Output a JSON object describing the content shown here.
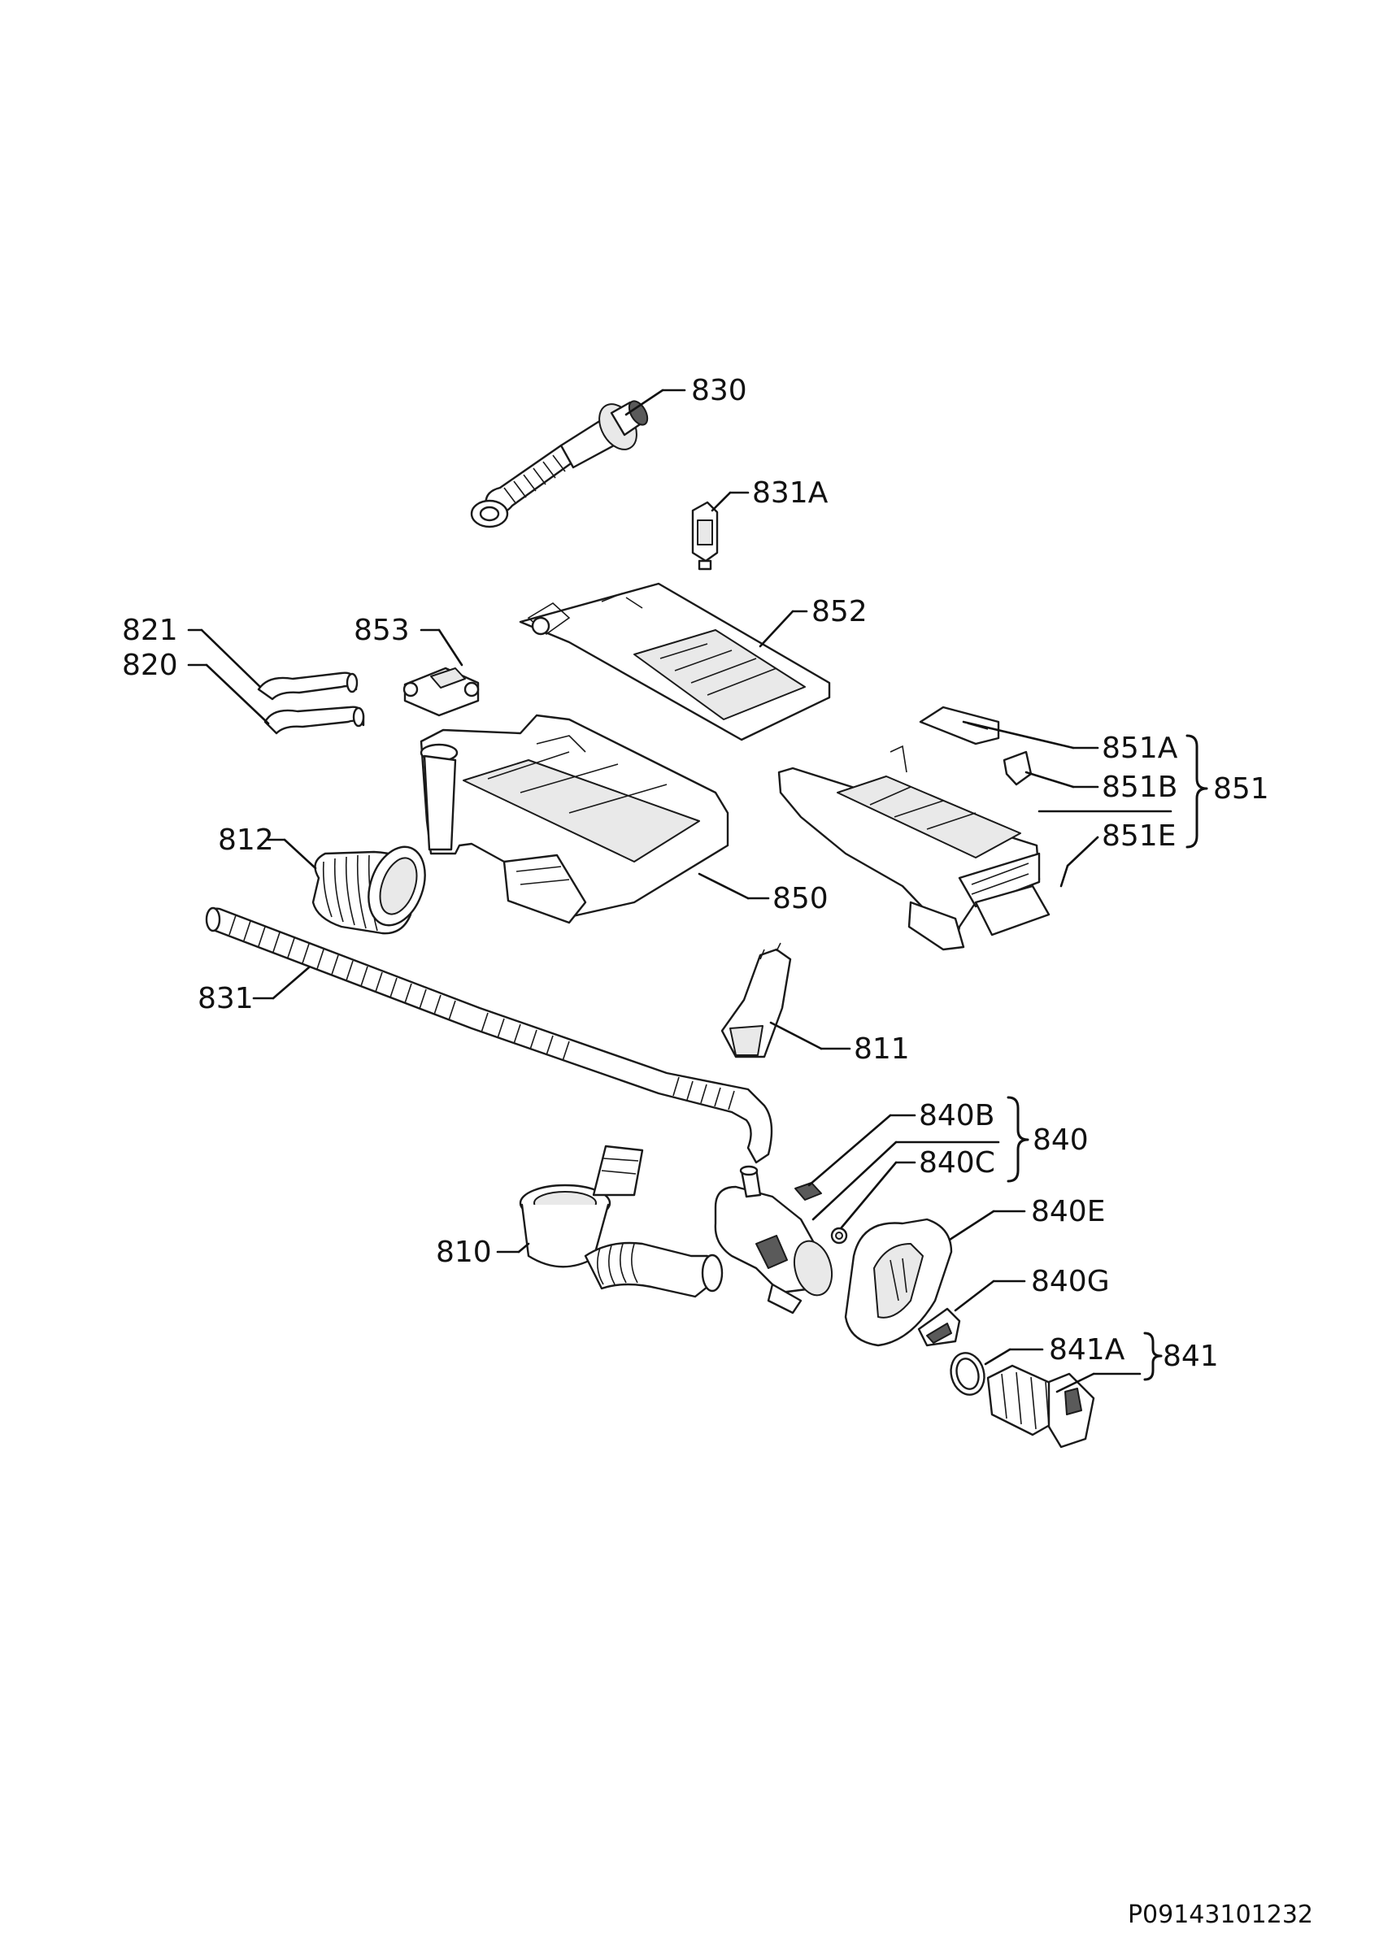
{
  "diagram": {
    "drawing_code": "P09143101232",
    "parts": [
      {
        "id": "830",
        "label": "830"
      },
      {
        "id": "831a",
        "label": "831A"
      },
      {
        "id": "852",
        "label": "852"
      },
      {
        "id": "821",
        "label": "821"
      },
      {
        "id": "820",
        "label": "820"
      },
      {
        "id": "853",
        "label": "853"
      },
      {
        "id": "851a",
        "label": "851A"
      },
      {
        "id": "851b",
        "label": "851B"
      },
      {
        "id": "851e",
        "label": "851E"
      },
      {
        "id": "851",
        "label": "851"
      },
      {
        "id": "812",
        "label": "812"
      },
      {
        "id": "850",
        "label": "850"
      },
      {
        "id": "831",
        "label": "831"
      },
      {
        "id": "811",
        "label": "811"
      },
      {
        "id": "840b",
        "label": "840B"
      },
      {
        "id": "840c",
        "label": "840C"
      },
      {
        "id": "840",
        "label": "840"
      },
      {
        "id": "840e",
        "label": "840E"
      },
      {
        "id": "810",
        "label": "810"
      },
      {
        "id": "840g",
        "label": "840G"
      },
      {
        "id": "841a",
        "label": "841A"
      },
      {
        "id": "841",
        "label": "841"
      }
    ]
  }
}
